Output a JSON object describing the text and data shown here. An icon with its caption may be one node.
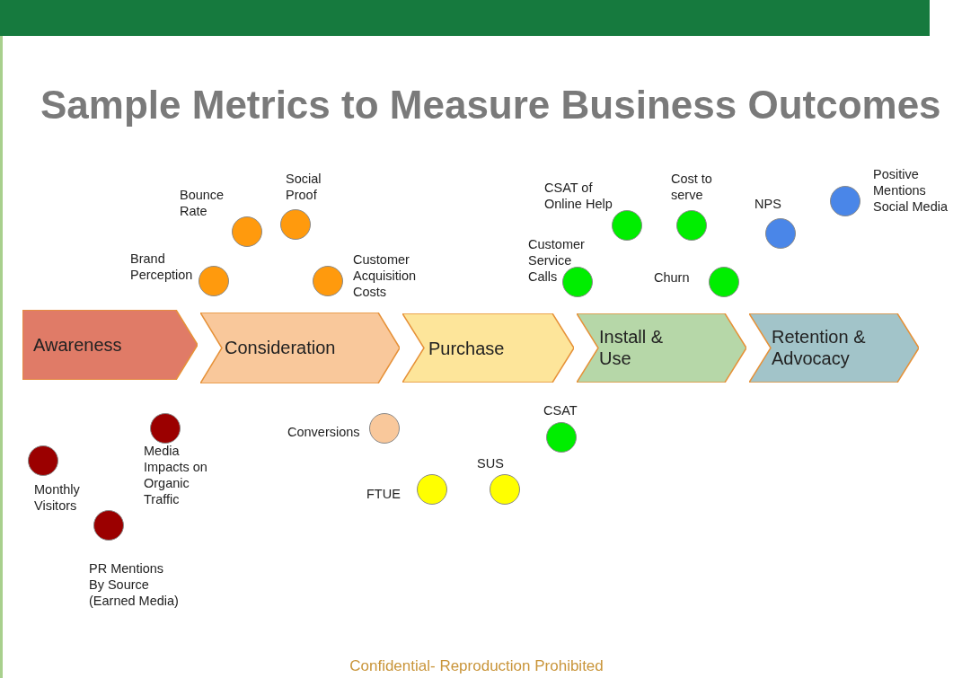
{
  "diagram": {
    "title": "Sample Metrics to Measure Business Outcomes",
    "nodes": [
      {
        "text": [
          "Awareness"
        ]
      },
      {
        "text": [
          "Consideration"
        ]
      },
      {
        "text": [
          "Purchase"
        ]
      },
      {
        "text": [
          "Install & Use"
        ]
      },
      {
        "text": [
          "Retention & Advocacy"
        ]
      },
      {
        "text": [],
        "shape": "circle",
        "beside": [
          "Brand Perception"
        ]
      },
      {
        "text": [],
        "shape": "circle",
        "beside": [
          "Bounce Rate"
        ]
      },
      {
        "text": [],
        "shape": "circle",
        "beside": [
          "Social Proof"
        ]
      },
      {
        "text": [],
        "shape": "circle",
        "beside": [
          "Customer Acquisition Costs"
        ]
      },
      {
        "text": [],
        "shape": "circle",
        "beside": [
          "Customer Service Calls"
        ]
      },
      {
        "text": [],
        "shape": "circle",
        "beside": [
          "CSAT  of Online Help"
        ]
      },
      {
        "text": [],
        "shape": "circle",
        "beside": [
          "Cost to serve"
        ]
      },
      {
        "text": [],
        "shape": "circle",
        "beside": [
          "Churn"
        ]
      },
      {
        "text": [],
        "shape": "circle",
        "beside": [
          "NPS"
        ]
      },
      {
        "text": [],
        "shape": "circle",
        "beside": [
          "Positive Mentions Social Media"
        ]
      },
      {
        "text": [],
        "shape": "circle",
        "beside": [
          "Monthly Visitors"
        ]
      },
      {
        "text": [],
        "shape": "circle",
        "beside": [
          "Media Impacts on Organic Traffic"
        ]
      },
      {
        "text": [],
        "shape": "circle",
        "beside": [
          "PR Mentions By Source (Earned Media)"
        ]
      },
      {
        "text": [],
        "shape": "circle",
        "beside": [
          "Conversions"
        ]
      },
      {
        "text": [],
        "shape": "circle",
        "beside": [
          "CSAT"
        ]
      },
      {
        "text": [],
        "shape": "circle",
        "beside": [
          "FTUE"
        ]
      },
      {
        "text": [],
        "shape": "circle",
        "beside": [
          "SUS"
        ]
      }
    ],
    "labels": [
      "Confidential- Reproduction Prohibited"
    ]
  }
}
